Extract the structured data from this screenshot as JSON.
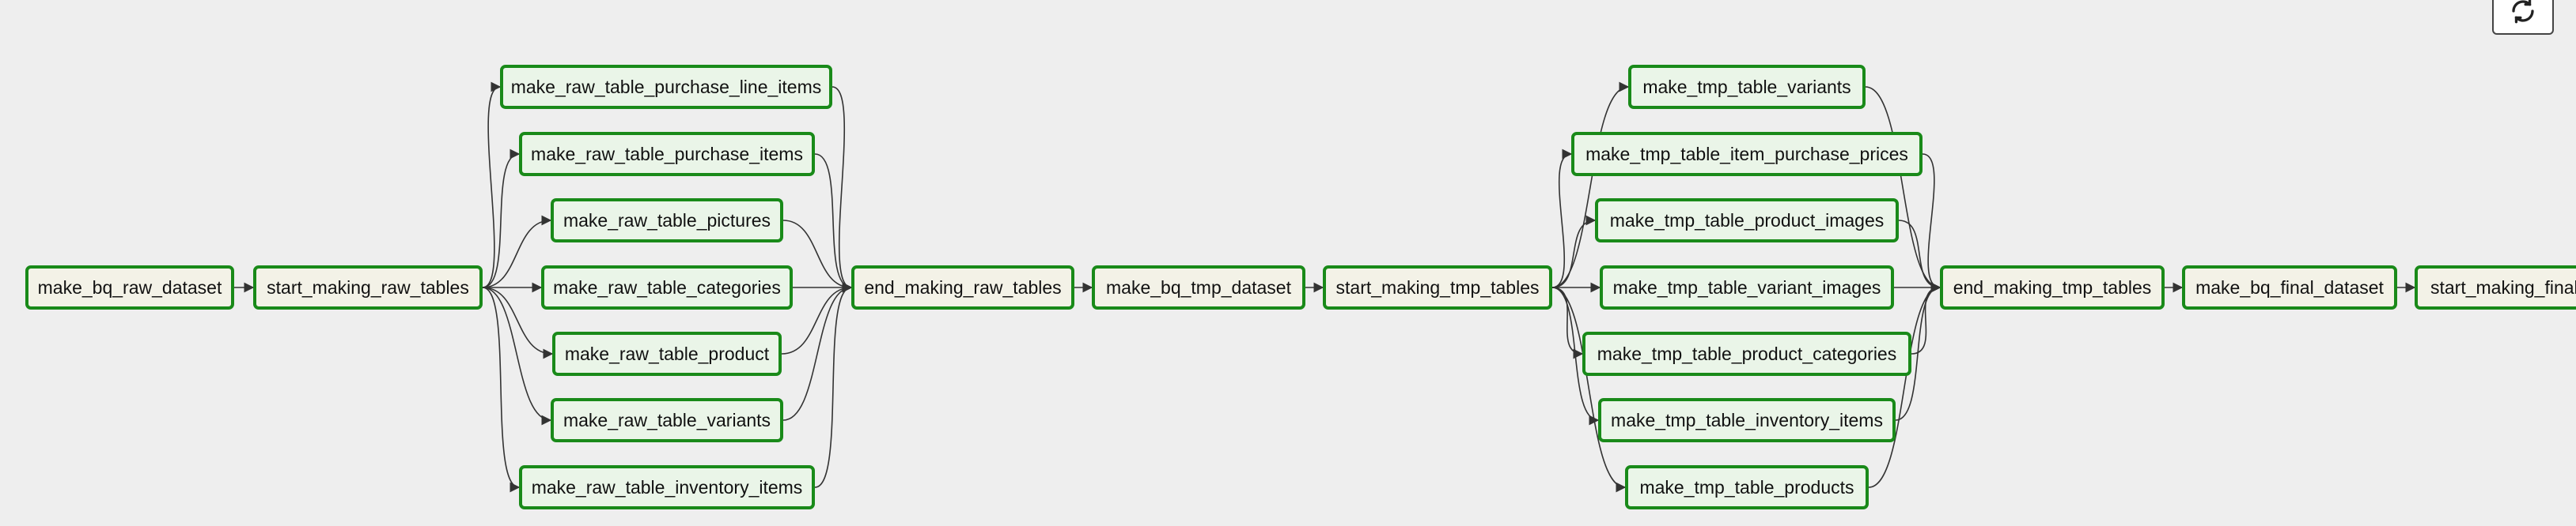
{
  "toolbar": {
    "refresh_icon": "refresh-icon"
  },
  "graph": {
    "colors": {
      "background": "#eeeeee",
      "node_border": "#198a19",
      "task_fill": "#eaf5e8",
      "dataset_fill": "#f3f2e7",
      "edge": "#333333"
    },
    "nodes": [
      {
        "id": "make_bq_raw_dataset",
        "label": "make_bq_raw_dataset"
      },
      {
        "id": "start_making_raw_tables",
        "label": "start_making_raw_tables"
      },
      {
        "id": "raw_purchase_line_items",
        "label": "make_raw_table_purchase_line_items"
      },
      {
        "id": "raw_purchase_items",
        "label": "make_raw_table_purchase_items"
      },
      {
        "id": "raw_pictures",
        "label": "make_raw_table_pictures"
      },
      {
        "id": "raw_categories",
        "label": "make_raw_table_categories"
      },
      {
        "id": "raw_product",
        "label": "make_raw_table_product"
      },
      {
        "id": "raw_variants",
        "label": "make_raw_table_variants"
      },
      {
        "id": "raw_inventory_items",
        "label": "make_raw_table_inventory_items"
      },
      {
        "id": "end_making_raw_tables",
        "label": "end_making_raw_tables"
      },
      {
        "id": "make_bq_tmp_dataset",
        "label": "make_bq_tmp_dataset"
      },
      {
        "id": "start_making_tmp_tables",
        "label": "start_making_tmp_tables"
      },
      {
        "id": "tmp_variants",
        "label": "make_tmp_table_variants"
      },
      {
        "id": "tmp_item_purchase_prices",
        "label": "make_tmp_table_item_purchase_prices"
      },
      {
        "id": "tmp_product_images",
        "label": "make_tmp_table_product_images"
      },
      {
        "id": "tmp_variant_images",
        "label": "make_tmp_table_variant_images"
      },
      {
        "id": "tmp_product_categories",
        "label": "make_tmp_table_product_categories"
      },
      {
        "id": "tmp_inventory_items",
        "label": "make_tmp_table_inventory_items"
      },
      {
        "id": "tmp_products",
        "label": "make_tmp_table_products"
      },
      {
        "id": "end_making_tmp_tables",
        "label": "end_making_tmp_tables"
      },
      {
        "id": "make_bq_final_dataset",
        "label": "make_bq_final_dataset"
      },
      {
        "id": "start_making_final",
        "label": "start_making_final_tables"
      }
    ],
    "edges": [
      [
        "make_bq_raw_dataset",
        "start_making_raw_tables"
      ],
      [
        "start_making_raw_tables",
        "raw_purchase_line_items"
      ],
      [
        "start_making_raw_tables",
        "raw_purchase_items"
      ],
      [
        "start_making_raw_tables",
        "raw_pictures"
      ],
      [
        "start_making_raw_tables",
        "raw_categories"
      ],
      [
        "start_making_raw_tables",
        "raw_product"
      ],
      [
        "start_making_raw_tables",
        "raw_variants"
      ],
      [
        "start_making_raw_tables",
        "raw_inventory_items"
      ],
      [
        "raw_purchase_line_items",
        "end_making_raw_tables"
      ],
      [
        "raw_purchase_items",
        "end_making_raw_tables"
      ],
      [
        "raw_pictures",
        "end_making_raw_tables"
      ],
      [
        "raw_categories",
        "end_making_raw_tables"
      ],
      [
        "raw_product",
        "end_making_raw_tables"
      ],
      [
        "raw_variants",
        "end_making_raw_tables"
      ],
      [
        "raw_inventory_items",
        "end_making_raw_tables"
      ],
      [
        "end_making_raw_tables",
        "make_bq_tmp_dataset"
      ],
      [
        "make_bq_tmp_dataset",
        "start_making_tmp_tables"
      ],
      [
        "start_making_tmp_tables",
        "tmp_variants"
      ],
      [
        "start_making_tmp_tables",
        "tmp_item_purchase_prices"
      ],
      [
        "start_making_tmp_tables",
        "tmp_product_images"
      ],
      [
        "start_making_tmp_tables",
        "tmp_variant_images"
      ],
      [
        "start_making_tmp_tables",
        "tmp_product_categories"
      ],
      [
        "start_making_tmp_tables",
        "tmp_inventory_items"
      ],
      [
        "start_making_tmp_tables",
        "tmp_products"
      ],
      [
        "tmp_variants",
        "end_making_tmp_tables"
      ],
      [
        "tmp_item_purchase_prices",
        "end_making_tmp_tables"
      ],
      [
        "tmp_product_images",
        "end_making_tmp_tables"
      ],
      [
        "tmp_variant_images",
        "end_making_tmp_tables"
      ],
      [
        "tmp_product_categories",
        "end_making_tmp_tables"
      ],
      [
        "tmp_inventory_items",
        "end_making_tmp_tables"
      ],
      [
        "tmp_products",
        "end_making_tmp_tables"
      ],
      [
        "end_making_tmp_tables",
        "make_bq_final_dataset"
      ],
      [
        "make_bq_final_dataset",
        "start_making_final"
      ]
    ]
  }
}
